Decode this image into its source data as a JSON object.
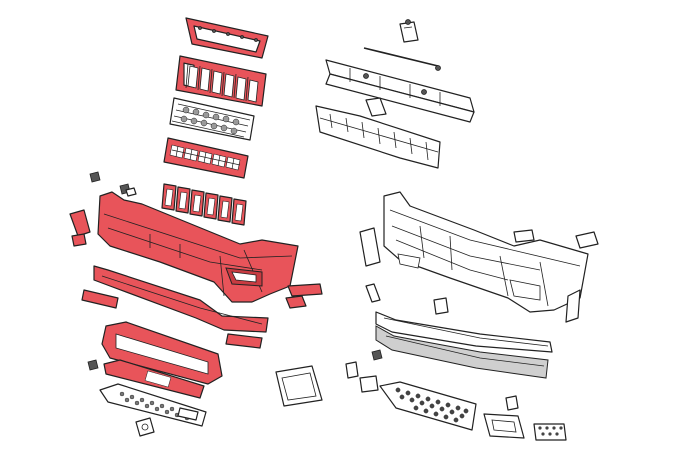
{
  "diagram": {
    "background": "#ffffff",
    "highlight_color": "#e8545a",
    "line_color": "#222222",
    "parts_highlighted": [
      "grille-frame-top",
      "grille-shell",
      "grille-insert-upper",
      "grille-insert-mesh",
      "grille-surround-rings",
      "front-bumper-fascia",
      "lower-spoiler",
      "lower-grille-bezel",
      "lower-mesh-insert",
      "fog-lamp-bezels"
    ],
    "parts_outline": [
      "reinforcement-beam",
      "energy-absorber",
      "mounting-bracket",
      "bumper-cover-assembly",
      "skid-plate",
      "lower-valance",
      "license-plate-bracket",
      "lower-grille-mesh",
      "tow-hook-cover",
      "side-brackets"
    ]
  }
}
